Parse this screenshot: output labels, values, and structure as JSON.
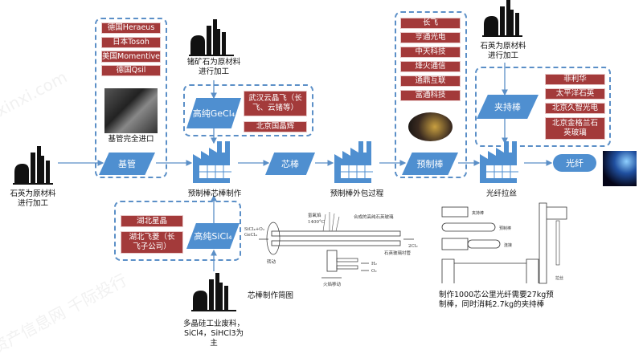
{
  "colors": {
    "accent": "#4f8fd0",
    "company_box": "#a33a3a",
    "dashed": "#5b8fc7"
  },
  "watermarks": [
    "资产信息网 千际投行",
    "zichanxinxi.com"
  ],
  "raw_sources": {
    "quartz_left": "石英为原材料进行加工",
    "germanium": "锗矿石为原材料进行加工",
    "quartz_top": "石英为原材料进行加工",
    "polysilicon": "多晶硅工业废料，SiCl4，SiHCl3为主"
  },
  "substrate_tube": {
    "companies": [
      "德国Heraeus",
      "日本Tosoh",
      "美国Momentive",
      "德国Qsil"
    ],
    "caption": "基管完全进口",
    "node": "基管"
  },
  "gecl4": {
    "node": "高纯GeCl₄",
    "companies": [
      "武汉云晶飞（长飞、云锗等）",
      "北京国晶辉"
    ]
  },
  "sicl4": {
    "node": "高纯SiCl₄",
    "companies": [
      "湖北星晶",
      "湖北飞菱（长飞子公司）"
    ]
  },
  "process": {
    "core_making": "预制棒芯棒制作",
    "core_rod": "芯棒",
    "overcladding": "预制棒外包过程",
    "preform": "预制棒",
    "drawing": "光纤拉丝",
    "fiber": "光纤"
  },
  "preform_companies": [
    "长飞",
    "亨通光电",
    "中天科技",
    "烽火通信",
    "通鼎互联",
    "富通科技"
  ],
  "holding_rod": {
    "node": "夹持棒",
    "companies": [
      "菲利华",
      "太平洋石英",
      "北京久智光电",
      "北京金格兰石英玻璃"
    ]
  },
  "core_diagram": {
    "caption": "芯棒制作简图",
    "labels": {
      "flame": "氢氧焰",
      "temp": "1400°C",
      "glass": "合成的高纯石英玻璃",
      "input1": "SiCl₄+O₂",
      "input2": "GeCl₄",
      "output": "2Cl₂",
      "rotate": "转动",
      "tube": "石英玻璃衬管",
      "h2": "H₂",
      "o2": "O₂",
      "move": "火焰移动"
    }
  },
  "draw_diagram": {
    "labels": {
      "holder": "夹持棒",
      "preform": "预制棒",
      "connect": "连接",
      "furnace": "拉丝"
    },
    "note": "制作1000芯公里光纤需要27kg预制棒，同时消耗2.7kg的夹持棒"
  }
}
